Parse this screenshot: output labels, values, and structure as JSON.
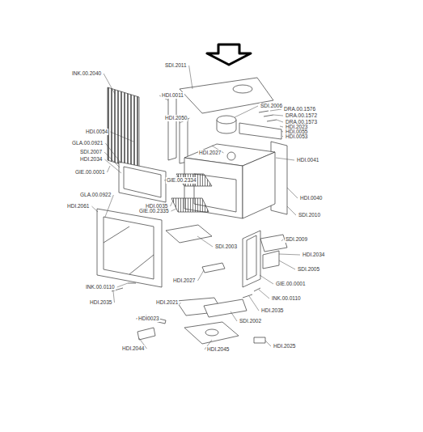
{
  "diagram": {
    "labels": [
      "INK.00.2040",
      "SDI.2011",
      "HDI.0011",
      "SDI.2006",
      "DRA.00.1576",
      "DRA.00.1572",
      "DRA.00.1573",
      "HDI.2023",
      "HDI.0055",
      "HDI.0053",
      "HDI.2050",
      "HDI.0054",
      "GLA.00.0921",
      "SDI.2007",
      "HDI.2034",
      "HDI.2027",
      "HDI.0041",
      "GIE.00.0001",
      "GIE.00.2334",
      "HDI.0035",
      "GIE.00.2335",
      "GLA.00.0922",
      "HDI.2061",
      "HDI.0040",
      "SDI.2010",
      "SDI.2003",
      "SDI.2009",
      "HDI.2034",
      "SDI.2005",
      "HDI.2027",
      "GIE.00.0001",
      "INK.00.0110",
      "INK.00.0110",
      "HDI.2021",
      "HDI.2035",
      "HDI.2035",
      "SDI.2002",
      "HDI0023",
      "HDI.2044",
      "HDI.2045",
      "HDI.2025"
    ]
  }
}
